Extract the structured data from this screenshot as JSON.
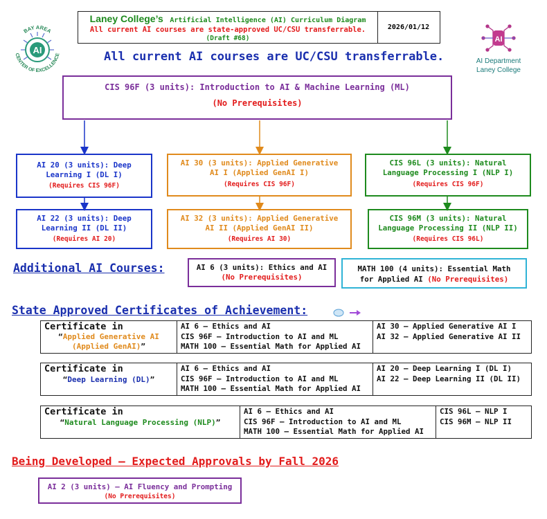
{
  "header": {
    "college": "Laney College’s",
    "title_rest": "Artificial Intelligence (AI) Curriculum Diagram",
    "subtitle": "All current AI courses are state-approved UC/CSU transferrable.",
    "draft": "(Draft #68)",
    "date": "2026/01/12"
  },
  "logos": {
    "left_text_top": "BAY AREA",
    "left_text_bottom": "CENTER OF EXCELLENCE",
    "left_mark": "AI",
    "right_mark": "AI",
    "right_caption_1": "AI Department",
    "right_caption_2": "Laney College"
  },
  "banner": "All current AI courses are UC/CSU transferrable.",
  "root": {
    "title": "CIS 96F (3 units): Introduction to AI & Machine Learning (ML)",
    "prereq": "(No Prerequisites)"
  },
  "tracks": [
    {
      "color": "#1a35c9",
      "first": {
        "l1": "AI 20 (3 units): Deep",
        "l2": "Learning I (DL I)",
        "prereq": "(Requires CIS 96F)"
      },
      "second": {
        "l1": "AI 22 (3 units): Deep",
        "l2": "Learning II (DL II)",
        "prereq": "(Requires AI 20)"
      }
    },
    {
      "color": "#e08a1c",
      "first": {
        "l1": "AI 30 (3 units): Applied Generative",
        "l2": "AI I (Applied GenAI I)",
        "prereq": "(Requires CIS 96F)"
      },
      "second": {
        "l1": "AI 32 (3 units): Applied Generative",
        "l2": "AI II (Applied GenAI II)",
        "prereq": "(Requires AI 30)"
      }
    },
    {
      "color": "#1d8a1d",
      "first": {
        "l1": "CIS 96L (3 units): Natural",
        "l2": "Language Processing I (NLP I)",
        "prereq": "(Requires CIS 96F)"
      },
      "second": {
        "l1": "CIS 96M (3 units): Natural",
        "l2": "Language Processing II (NLP II)",
        "prereq": "(Requires CIS 96L)"
      }
    }
  ],
  "additional": {
    "heading": "Additional AI Courses:",
    "ai6": {
      "l1": "AI 6 (3 units): Ethics and AI",
      "prereq": "(No Prerequisites)"
    },
    "math": {
      "l1": "MATH 100 (4 units): Essential Math",
      "l2a": "for Applied AI",
      "prereq": "(No Prerequisites)"
    }
  },
  "certificates": {
    "heading": "State Approved Certificates of Achievement:",
    "items": [
      {
        "label": "Certificate in",
        "name": "“Applied Generative AI (Applied GenAI)”",
        "name_open": "“",
        "name_main": "Applied Generative AI",
        "name_main2": "(Applied GenAI)",
        "name_close": "”",
        "core": [
          "AI 6 – Ethics and AI",
          "CIS 96F – Introduction to AI and ML",
          "MATH 100 – Essential Math for Applied AI"
        ],
        "track": [
          "AI 30 – Applied Generative AI I",
          "AI 32 – Applied Generative AI II"
        ]
      },
      {
        "label": "Certificate in",
        "name_open": "“",
        "name_main": "Deep Learning (DL)",
        "name_close": "”",
        "core": [
          "AI 6 – Ethics and AI",
          "CIS 96F – Introduction to AI and ML",
          "MATH 100 – Essential Math for Applied AI"
        ],
        "track": [
          "AI 20 – Deep Learning I (DL I)",
          "AI 22 – Deep Learning II (DL II)"
        ]
      },
      {
        "label": "Certificate in",
        "name_open": "“",
        "name_main": "Natural Language Processing (NLP)",
        "name_close": "”",
        "core": [
          "AI 6 – Ethics and AI",
          "CIS 96F – Introduction to AI and ML",
          "MATH 100 – Essential Math for Applied AI"
        ],
        "track": [
          "CIS 96L – NLP I",
          "CIS 96M – NLP II"
        ]
      }
    ]
  },
  "developing": {
    "heading": "Being Developed – Expected Approvals by Fall 2026",
    "course": "AI 2 (3 units) – AI Fluency and Prompting",
    "prereq": "(No Prerequisites)"
  }
}
